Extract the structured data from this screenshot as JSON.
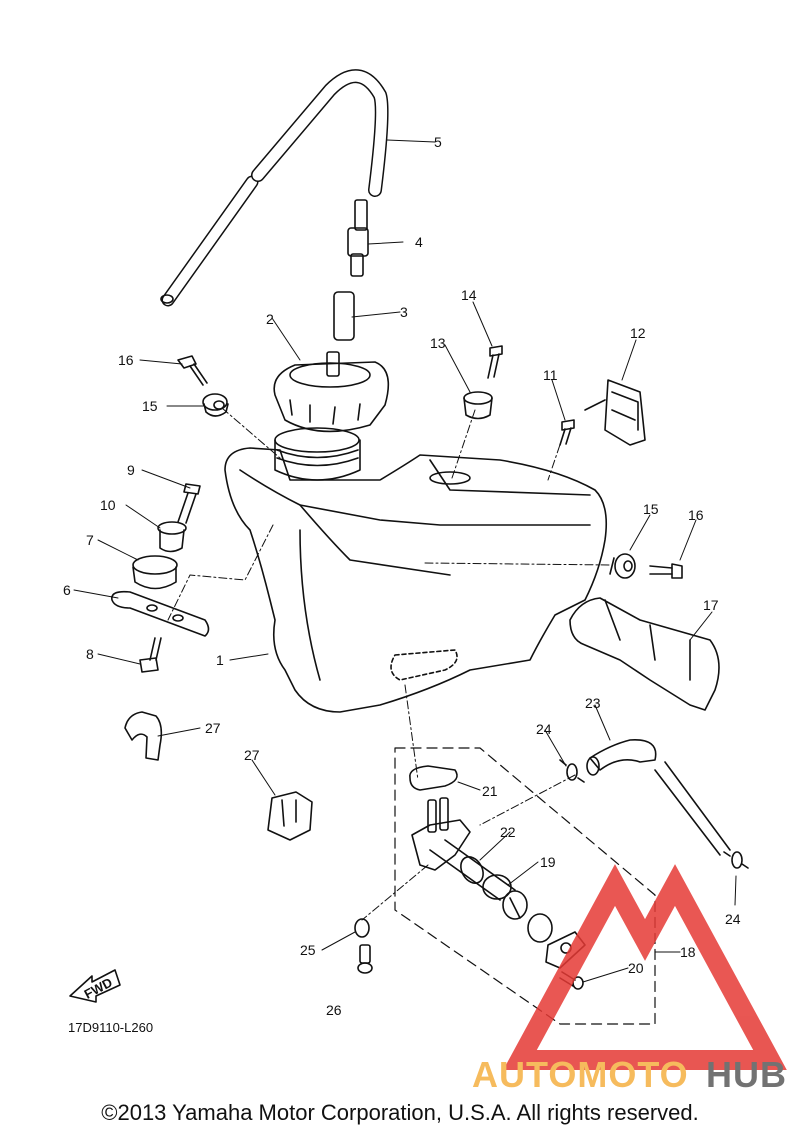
{
  "callouts": {
    "c1": "1",
    "c2": "2",
    "c3": "3",
    "c4": "4",
    "c5": "5",
    "c6": "6",
    "c7": "7",
    "c8": "8",
    "c9": "9",
    "c10": "10",
    "c11": "11",
    "c12": "12",
    "c13": "13",
    "c14": "14",
    "c15a": "15",
    "c15b": "15",
    "c16a": "16",
    "c16b": "16",
    "c17": "17",
    "c18": "18",
    "c19": "19",
    "c20": "20",
    "c21": "21",
    "c22": "22",
    "c23": "23",
    "c24a": "24",
    "c24b": "24",
    "c25": "25",
    "c26": "26",
    "c27a": "27",
    "c27b": "27"
  },
  "fwd_label": "FWD",
  "diagram_code": "17D9110-L260",
  "watermark": {
    "part1": "AUTOMOTO",
    "part2": "HUB",
    "color1": "#f5b041",
    "color2": "#5a5a5a",
    "triangle_color": "#e53935"
  },
  "copyright": "©2013 Yamaha Motor Corporation, U.S.A. All rights reserved."
}
